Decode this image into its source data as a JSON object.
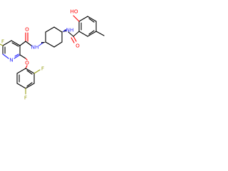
{
  "molecule": {
    "atoms": {
      "hydroxyl": "HO",
      "amide_nh_right": "NH",
      "amide_nh_left": "NH",
      "carbonyl_o_right": "O",
      "carbonyl_o_left": "O",
      "pyridine_n": "N",
      "ether_o": "O",
      "fluoro_pyridine": "F",
      "fluoro_ring_a": "F",
      "fluoro_ring_b": "F"
    },
    "colors": {
      "carbon_bond": "#000000",
      "nitrogen": "#2a2aff",
      "oxygen": "#ff0000",
      "fluorine": "#9aa11a"
    }
  }
}
